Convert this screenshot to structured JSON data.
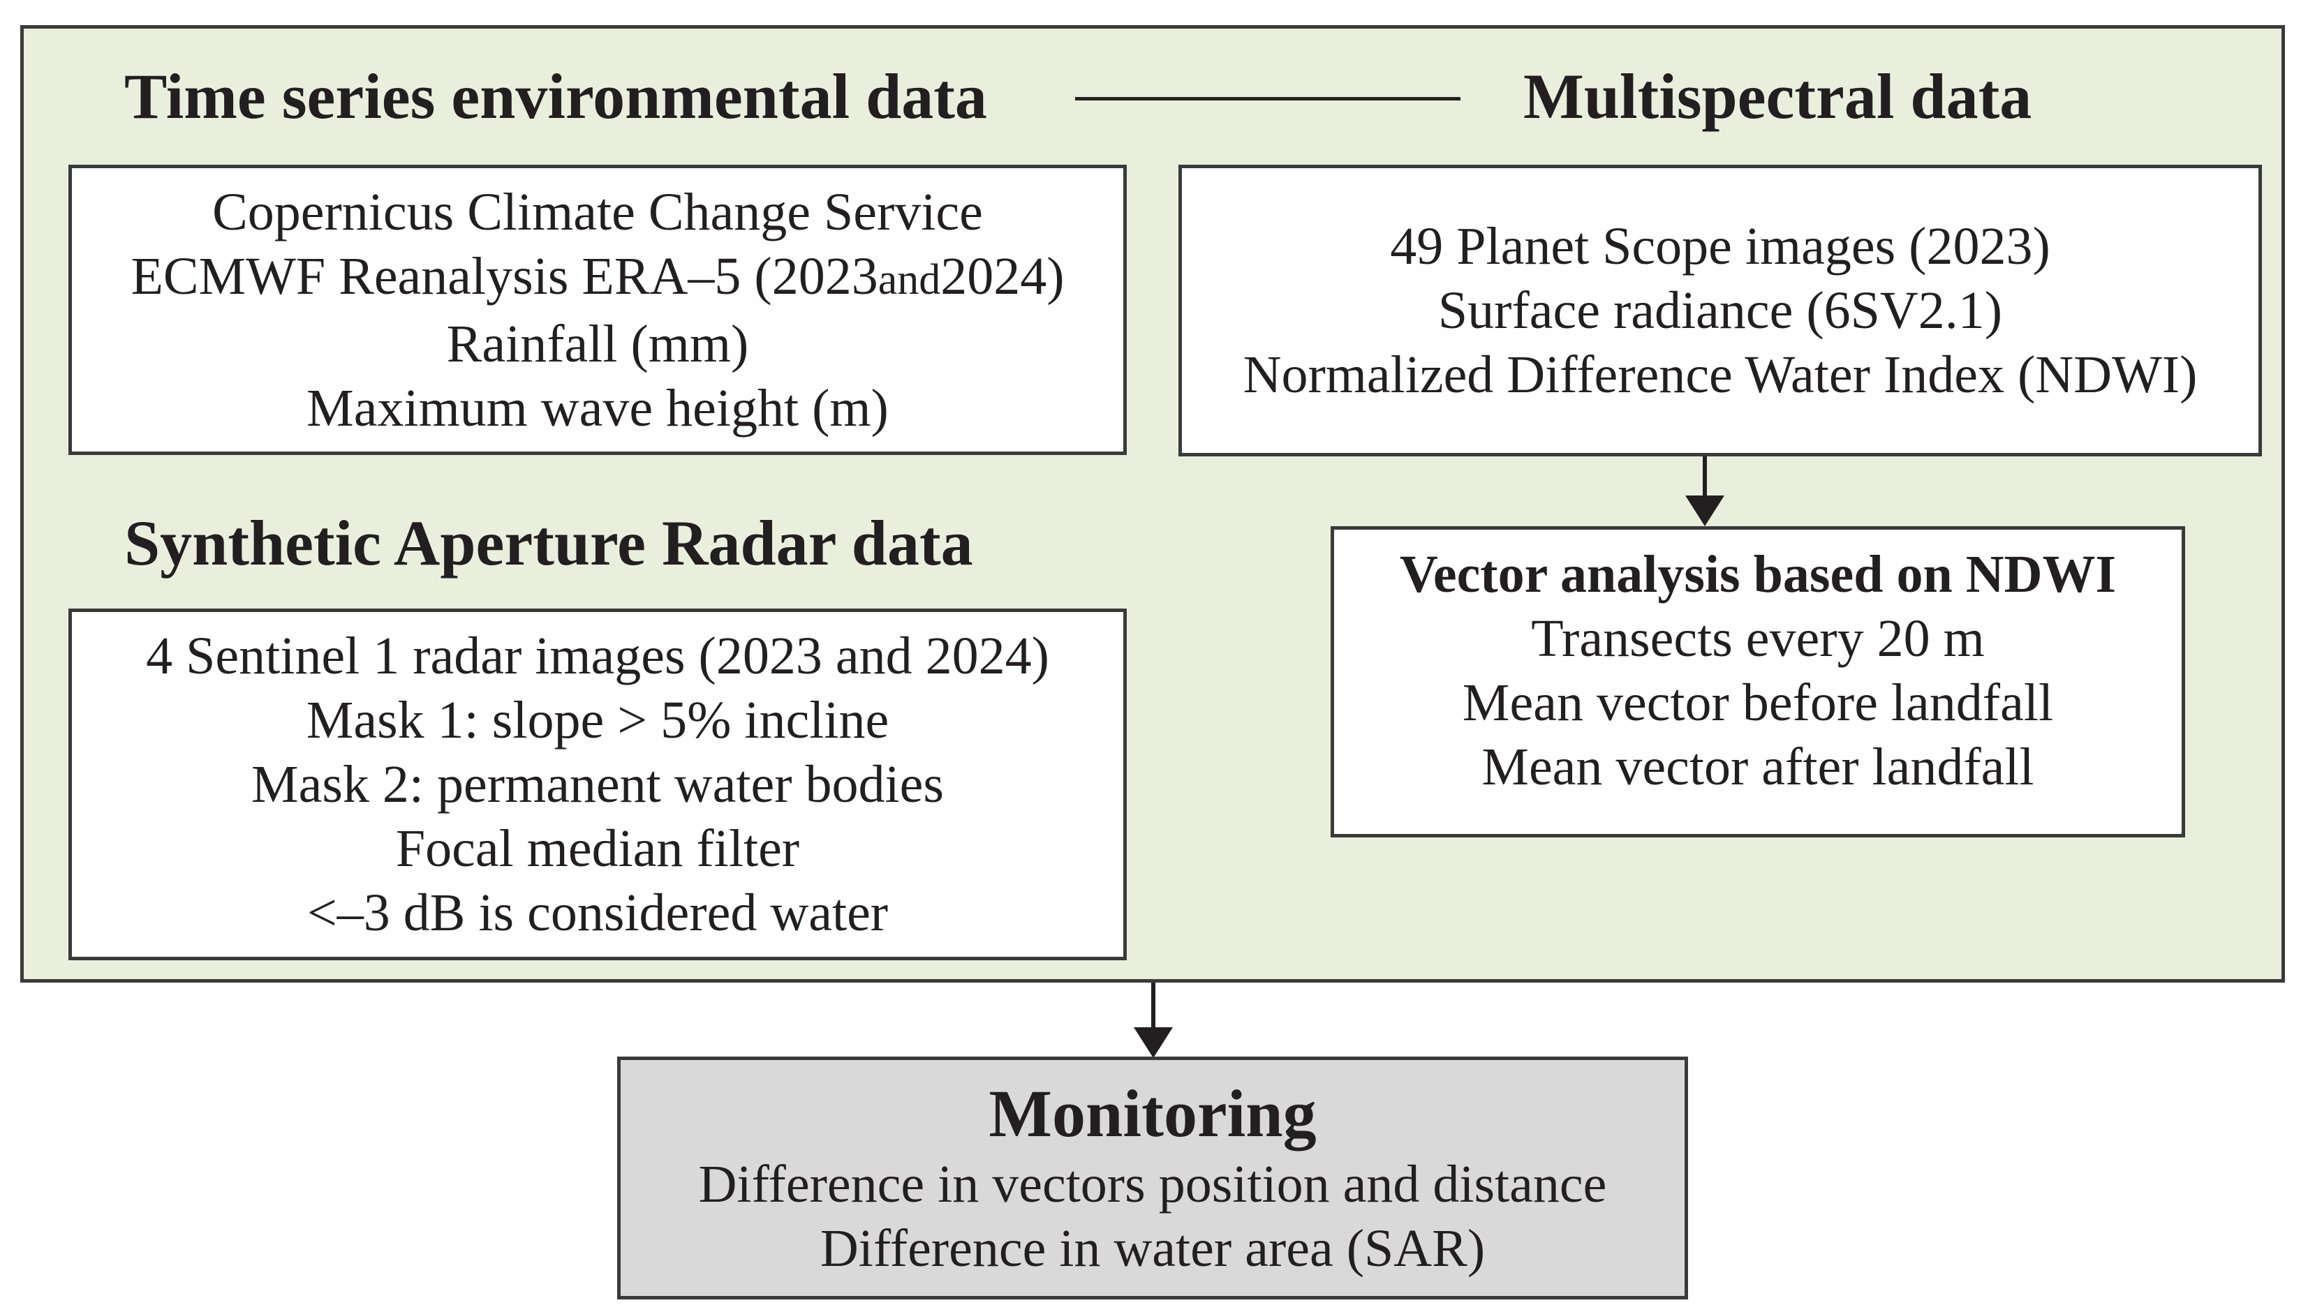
{
  "sections": {
    "time_series_title": "Time series environmental data",
    "multispectral_title": "Multispectral data",
    "sar_title": "Synthetic Aperture Radar data"
  },
  "climate_box": {
    "line1": "Copernicus Climate Change Service",
    "line2_pre": "ECMWF Reanalysis ERA–5 (2023",
    "line2_and": "and",
    "line2_post": "2024)",
    "line3": "Rainfall (mm)",
    "line4": "Maximum wave height (m)"
  },
  "planet_box": {
    "line1": "49 Planet Scope images (2023)",
    "line2": "Surface radiance (6SV2.1)",
    "line3": "Normalized Difference Water Index (NDWI)"
  },
  "vector_box": {
    "title": "Vector analysis based on NDWI",
    "line1": "Transects every 20 m",
    "line2": "Mean vector before landfall",
    "line3": "Mean vector after landfall"
  },
  "sar_box": {
    "line1": "4 Sentinel 1 radar images (2023 and 2024)",
    "line2": "Mask 1: slope > 5% incline",
    "line3": "Mask 2: permanent water bodies",
    "line4": "Focal median filter",
    "line5": "<–3 dB is considered water"
  },
  "monitoring_box": {
    "title": "Monitoring",
    "line1": "Difference in vectors position and distance",
    "line2": "Difference in water area (SAR)"
  },
  "colors": {
    "panel_background": "#e9efdc",
    "monitoring_background": "#d9d9d9",
    "border": "#3a3a3a",
    "text": "#231f20"
  }
}
